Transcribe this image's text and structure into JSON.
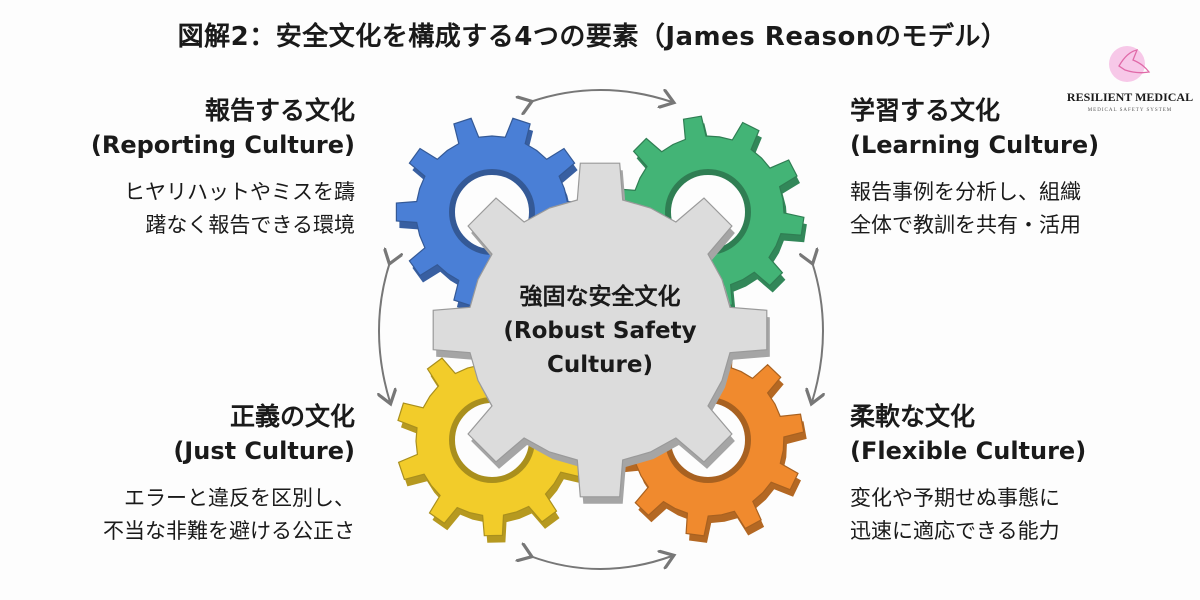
{
  "title": "図解2：安全文化を構成する4つの要素（James Reasonのモデル）",
  "center": {
    "jp": "強固な安全文化",
    "en1": "(Robust Safety",
    "en2": "Culture)",
    "color": "#dcdcdc"
  },
  "elements": [
    {
      "jp": "報告する文化",
      "en": "(Reporting Culture)",
      "desc1": "ヒヤリハットやミスを躊",
      "desc2": "躇なく報告できる環境",
      "color": "#4a7fd6"
    },
    {
      "jp": "学習する文化",
      "en": "(Learning Culture)",
      "desc1": "報告事例を分析し、組織",
      "desc2": "全体で教訓を共有・活用",
      "color": "#43b476"
    },
    {
      "jp": "正義の文化",
      "en": "(Just Culture)",
      "desc1": "エラーと違反を区別し、",
      "desc2": "不当な非難を避ける公正さ",
      "color": "#f2cc2a"
    },
    {
      "jp": "柔軟な文化",
      "en": "(Flexible Culture)",
      "desc1": "変化や予期せぬ事態に",
      "desc2": "迅速に適応できる能力",
      "color": "#f08a2e"
    }
  ],
  "logo": {
    "name": "RESILIENT MEDICAL",
    "tagline": "MEDICAL SAFETY SYSTEM",
    "accent": "#f7c8e8"
  }
}
